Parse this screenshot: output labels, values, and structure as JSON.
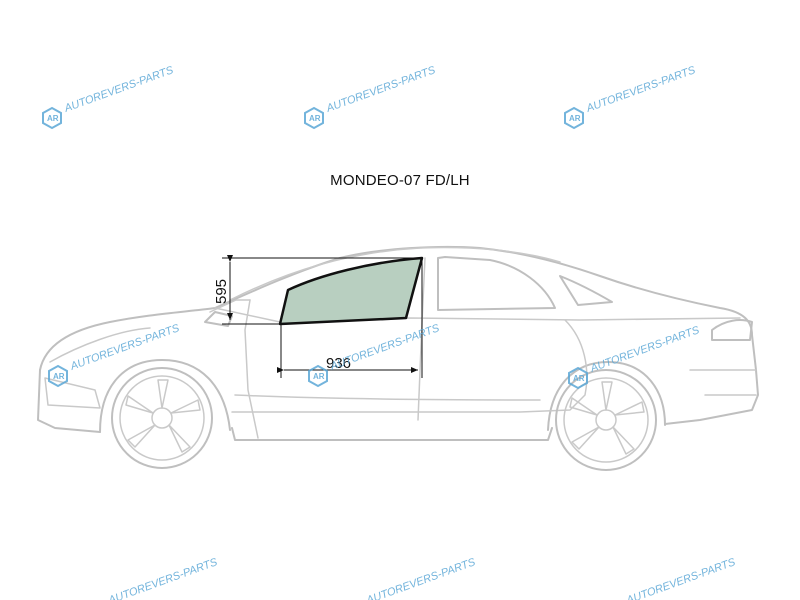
{
  "title": "MONDEO-07 FD/LH",
  "dimensions": {
    "height_label": "595",
    "width_label": "936"
  },
  "watermark": {
    "text": "AUTOREVERS-PARTS",
    "logo_text": "AR",
    "color": "#5aa7d6"
  },
  "colors": {
    "glass_fill": "#b8cfc0",
    "car_outline": "#bfbfbf",
    "glass_outline": "#111111"
  },
  "icons": [
    "autorevers-logo-icon",
    "arrow-icon"
  ]
}
